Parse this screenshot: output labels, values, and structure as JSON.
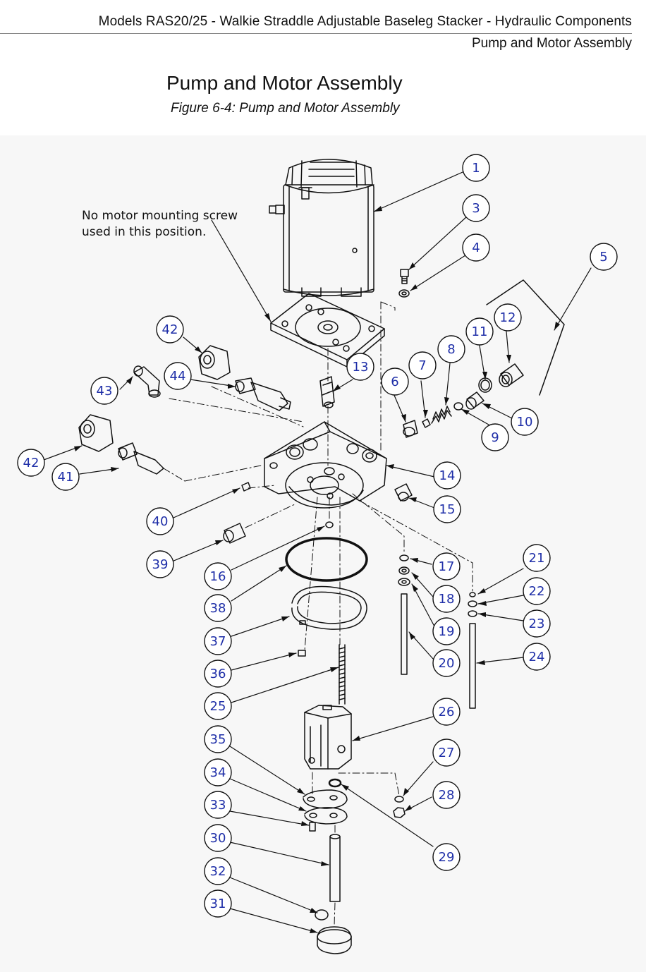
{
  "header": {
    "line1": "Models RAS20/25 - Walkie Straddle Adjustable Baseleg Stacker - Hydraulic Components",
    "line2": "Pump and Motor Assembly"
  },
  "title": "Pump and Motor Assembly",
  "caption": "Figure 6-4: Pump and Motor Assembly",
  "note": {
    "line1": "No motor mounting screw",
    "line2": "used in this position."
  },
  "colors": {
    "callout": "#1f2fa8",
    "line": "#111111",
    "background": "#f7f7f7"
  },
  "callouts": [
    "1",
    "3",
    "4",
    "5",
    "12",
    "11",
    "8",
    "7",
    "6",
    "10",
    "9",
    "42",
    "13",
    "44",
    "43",
    "42",
    "41",
    "14",
    "15",
    "40",
    "39",
    "16",
    "38",
    "37",
    "36",
    "25",
    "17",
    "18",
    "19",
    "20",
    "21",
    "22",
    "23",
    "24",
    "26",
    "35",
    "34",
    "33",
    "30",
    "32",
    "31",
    "27",
    "28",
    "29"
  ]
}
